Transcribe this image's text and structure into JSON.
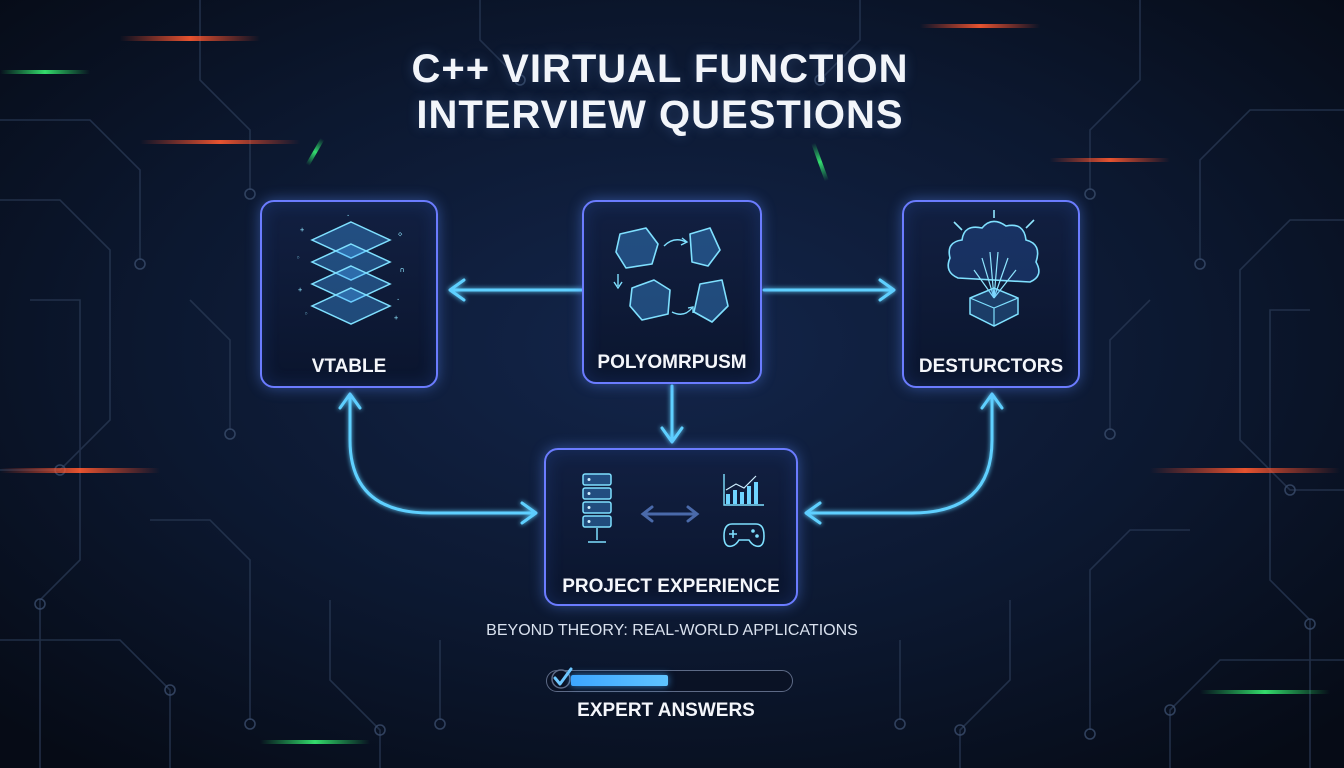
{
  "title": {
    "line1": "C++ VIRTUAL FUNCTION",
    "line2": "INTERVIEW QUESTIONS"
  },
  "nodes": {
    "vtable": {
      "label": "VTABLE",
      "icon": "stacked-layers-icon"
    },
    "polymorphism": {
      "label": "POLYOMRPUSM",
      "icon": "cube-cycle-icon"
    },
    "destructors": {
      "label": "DESTURCTORS",
      "icon": "explosion-icon"
    },
    "project": {
      "label": "PROJECT EXPERIENCE",
      "icon": "server-chart-gamepad-icon"
    }
  },
  "subtitle": "BEYOND THEORY: REAL-WORLD APPLICATIONS",
  "progress": {
    "label": "EXPERT ANSWERS",
    "fill_fraction": 0.45,
    "icon": "checkmark-icon"
  },
  "colors": {
    "accent": "#5fd0ff",
    "card_border": "#6b7cff",
    "background": "#0a1220"
  }
}
